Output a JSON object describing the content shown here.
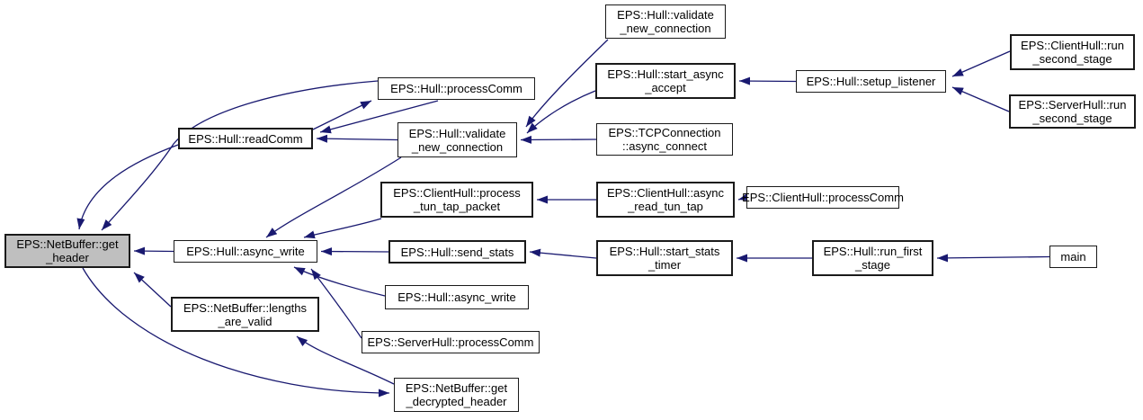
{
  "diagram": {
    "type": "doxygen-caller-graph",
    "highlighted_node_id": "get_header",
    "nodes": [
      {
        "id": "get_header",
        "label": "EPS::NetBuffer::get_header",
        "lines": [
          "EPS::NetBuffer::get",
          "_header"
        ],
        "highlighted": true
      },
      {
        "id": "processComm",
        "label": "EPS::Hull::processComm",
        "lines": [
          "EPS::Hull::processComm"
        ]
      },
      {
        "id": "readComm",
        "label": "EPS::Hull::readComm",
        "lines": [
          "EPS::Hull::readComm"
        ]
      },
      {
        "id": "validate_mid",
        "label": "EPS::Hull::validate_new_connection",
        "lines": [
          "EPS::Hull::validate",
          "_new_connection"
        ]
      },
      {
        "id": "validate_top",
        "label": "EPS::Hull::validate_new_connection",
        "lines": [
          "EPS::Hull::validate",
          "_new_connection"
        ]
      },
      {
        "id": "start_async_accept",
        "label": "EPS::Hull::start_async_accept",
        "lines": [
          "EPS::Hull::start_async",
          "_accept"
        ]
      },
      {
        "id": "tcp_async_connect",
        "label": "EPS::TCPConnection::async_connect",
        "lines": [
          "EPS::TCPConnection",
          "::async_connect"
        ]
      },
      {
        "id": "setup_listener",
        "label": "EPS::Hull::setup_listener",
        "lines": [
          "EPS::Hull::setup_listener"
        ]
      },
      {
        "id": "client_run_second",
        "label": "EPS::ClientHull::run_second_stage",
        "lines": [
          "EPS::ClientHull::run",
          "_second_stage"
        ]
      },
      {
        "id": "server_run_second",
        "label": "EPS::ServerHull::run_second_stage",
        "lines": [
          "EPS::ServerHull::run",
          "_second_stage"
        ]
      },
      {
        "id": "process_tun_tap",
        "label": "EPS::ClientHull::process_tun_tap_packet",
        "lines": [
          "EPS::ClientHull::process",
          "_tun_tap_packet"
        ]
      },
      {
        "id": "async_read_tun_tap",
        "label": "EPS::ClientHull::async_read_tun_tap",
        "lines": [
          "EPS::ClientHull::async",
          "_read_tun_tap"
        ]
      },
      {
        "id": "client_processComm",
        "label": "EPS::ClientHull::processComm",
        "lines": [
          "EPS::ClientHull::processComm"
        ]
      },
      {
        "id": "async_write1",
        "label": "EPS::Hull::async_write",
        "lines": [
          "EPS::Hull::async_write"
        ]
      },
      {
        "id": "send_stats",
        "label": "EPS::Hull::send_stats",
        "lines": [
          "EPS::Hull::send_stats"
        ]
      },
      {
        "id": "async_write2",
        "label": "EPS::Hull::async_write",
        "lines": [
          "EPS::Hull::async_write"
        ]
      },
      {
        "id": "server_processComm",
        "label": "EPS::ServerHull::processComm",
        "lines": [
          "EPS::ServerHull::processComm"
        ]
      },
      {
        "id": "start_stats_timer",
        "label": "EPS::Hull::start_stats_timer",
        "lines": [
          "EPS::Hull::start_stats",
          "_timer"
        ]
      },
      {
        "id": "run_first_stage",
        "label": "EPS::Hull::run_first_stage",
        "lines": [
          "EPS::Hull::run_first",
          "_stage"
        ]
      },
      {
        "id": "main",
        "label": "main",
        "lines": [
          "main"
        ]
      },
      {
        "id": "lengths_are_valid",
        "label": "EPS::NetBuffer::lengths_are_valid",
        "lines": [
          "EPS::NetBuffer::lengths",
          "_are_valid"
        ]
      },
      {
        "id": "get_decrypted_header",
        "label": "EPS::NetBuffer::get_decrypted_header",
        "lines": [
          "EPS::NetBuffer::get",
          "_decrypted_header"
        ]
      }
    ],
    "edges": [
      {
        "from": "processComm",
        "to": "get_header"
      },
      {
        "from": "readComm",
        "to": "get_header"
      },
      {
        "from": "async_write1",
        "to": "get_header"
      },
      {
        "from": "lengths_are_valid",
        "to": "get_header"
      },
      {
        "from": "get_header",
        "to": "get_decrypted_header"
      },
      {
        "from": "get_decrypted_header",
        "to": "lengths_are_valid"
      },
      {
        "from": "readComm",
        "to": "processComm"
      },
      {
        "from": "processComm",
        "to": "readComm"
      },
      {
        "from": "validate_mid",
        "to": "readComm"
      },
      {
        "from": "validate_mid",
        "to": "async_write1"
      },
      {
        "from": "process_tun_tap",
        "to": "async_write1"
      },
      {
        "from": "send_stats",
        "to": "async_write1"
      },
      {
        "from": "async_write2",
        "to": "async_write1"
      },
      {
        "from": "server_processComm",
        "to": "async_write1"
      },
      {
        "from": "validate_top",
        "to": "validate_mid"
      },
      {
        "from": "start_async_accept",
        "to": "validate_mid"
      },
      {
        "from": "tcp_async_connect",
        "to": "validate_mid"
      },
      {
        "from": "setup_listener",
        "to": "start_async_accept"
      },
      {
        "from": "client_run_second",
        "to": "setup_listener"
      },
      {
        "from": "server_run_second",
        "to": "setup_listener"
      },
      {
        "from": "client_processComm",
        "to": "async_read_tun_tap"
      },
      {
        "from": "async_read_tun_tap",
        "to": "process_tun_tap"
      },
      {
        "from": "start_stats_timer",
        "to": "send_stats"
      },
      {
        "from": "run_first_stage",
        "to": "start_stats_timer"
      },
      {
        "from": "main",
        "to": "run_first_stage"
      }
    ]
  },
  "colors": {
    "edge": "#191970",
    "node_fill": "#ffffff",
    "node_border": "#1a1a1a",
    "highlighted_fill": "#bfbfbf",
    "background": "#ffffff",
    "text": "#000000"
  }
}
